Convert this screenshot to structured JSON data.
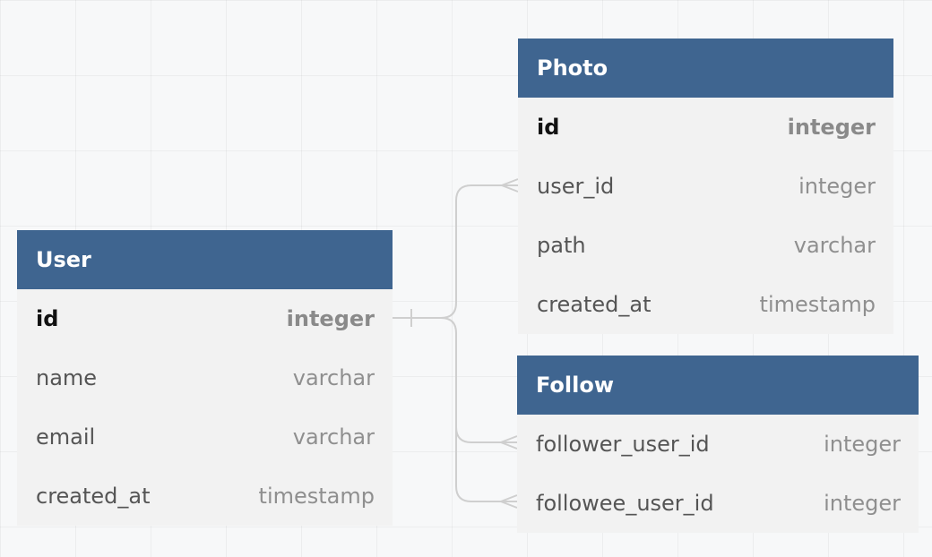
{
  "tables": {
    "user": {
      "title": "User",
      "columns": [
        {
          "name": "id",
          "type": "integer"
        },
        {
          "name": "name",
          "type": "varchar"
        },
        {
          "name": "email",
          "type": "varchar"
        },
        {
          "name": "created_at",
          "type": "timestamp"
        }
      ]
    },
    "photo": {
      "title": "Photo",
      "columns": [
        {
          "name": "id",
          "type": "integer"
        },
        {
          "name": "user_id",
          "type": "integer"
        },
        {
          "name": "path",
          "type": "varchar"
        },
        {
          "name": "created_at",
          "type": "timestamp"
        }
      ]
    },
    "follow": {
      "title": "Follow",
      "columns": [
        {
          "name": "follower_user_id",
          "type": "integer"
        },
        {
          "name": "followee_user_id",
          "type": "integer"
        }
      ]
    }
  },
  "relationships": [
    {
      "from": "User.id",
      "to": "Photo.user_id",
      "cardinality": "one-to-many"
    },
    {
      "from": "User.id",
      "to": "Follow.follower_user_id",
      "cardinality": "one-to-many"
    },
    {
      "from": "User.id",
      "to": "Follow.followee_user_id",
      "cardinality": "one-to-many"
    }
  ],
  "colors": {
    "header_bg": "#3f6590",
    "header_text": "#ffffff",
    "table_bg": "#f2f2f2",
    "connector": "#cfcfcf"
  }
}
